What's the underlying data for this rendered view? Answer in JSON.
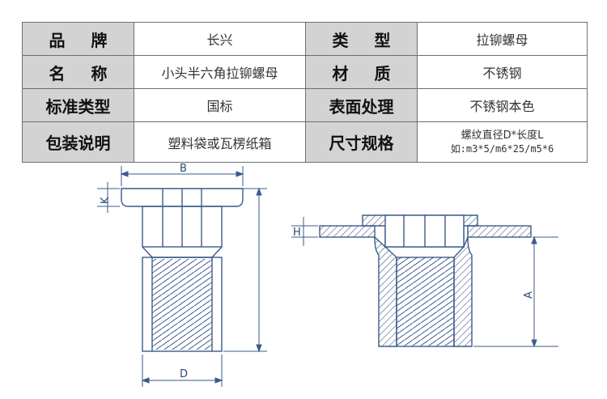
{
  "table": {
    "rows": [
      {
        "k1": "品牌",
        "v1": "长兴",
        "k2": "类型",
        "v2": "拉铆螺母"
      },
      {
        "k1": "名称",
        "v1": "小头半六角拉铆螺母",
        "k2": "材质",
        "v2": "不锈钢"
      },
      {
        "k1": "标准类型",
        "v1": "国标",
        "k2": "表面处理",
        "v2": "不锈钢本色"
      },
      {
        "k1": "包装说明",
        "v1": "塑料袋或瓦楞纸箱",
        "k2": "尺寸规格",
        "v2_line1": "螺纹直径D*长度L",
        "v2_line2": "如:m3*5/m6*25/m5*6"
      }
    ]
  },
  "drawing": {
    "label_b": "B",
    "label_d": "D",
    "label_k": "K",
    "label_a": "A",
    "label_h": "H",
    "line_color": "#3d5a8a"
  }
}
